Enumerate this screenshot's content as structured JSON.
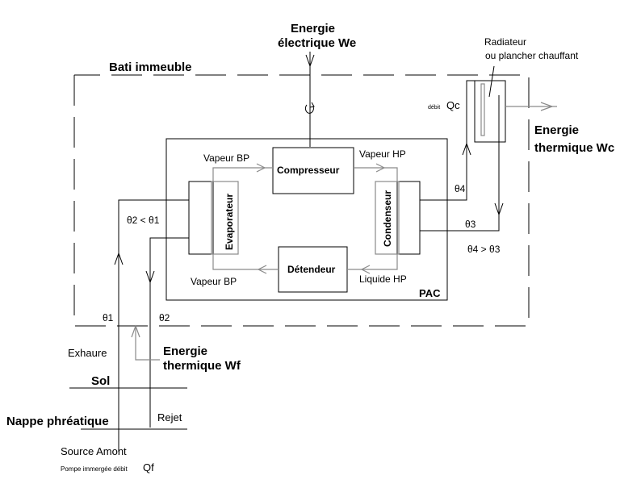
{
  "labels": {
    "energie_electrique_1": "Energie",
    "energie_electrique_2": "électrique We",
    "bati": "Bati immeuble",
    "radiateur_1": "Radiateur",
    "radiateur_2": "ou plancher chauffant",
    "debit_qc_prefix": "débit",
    "debit_qc": "Qc",
    "energie_thermique_wc_1": "Energie",
    "energie_thermique_wc_2": "thermique Wc",
    "vapeur_bp_top": "Vapeur BP",
    "vapeur_hp": "Vapeur HP",
    "compresseur": "Compresseur",
    "evaporateur": "Evaporateur",
    "condenseur": "Condenseur",
    "detendeur": "Détendeur",
    "vapeur_bp_bottom": "Vapeur BP",
    "liquide_hp": "Liquide HP",
    "pac": "PAC",
    "theta_compare_left": "θ2 < θ1",
    "theta4": "θ4",
    "theta3": "θ3",
    "theta_compare_right": "θ4 > θ3",
    "theta1": "θ1",
    "theta2": "θ2",
    "exhaure": "Exhaure",
    "energie_thermique_wf_1": "Energie",
    "energie_thermique_wf_2": "thermique Wf",
    "sol": "Sol",
    "nappe": "Nappe phréatique",
    "rejet": "Rejet",
    "source_amont": "Source Amont",
    "pompe_prefix": "Pompe immergée débit",
    "pompe_qf": "Qf"
  }
}
